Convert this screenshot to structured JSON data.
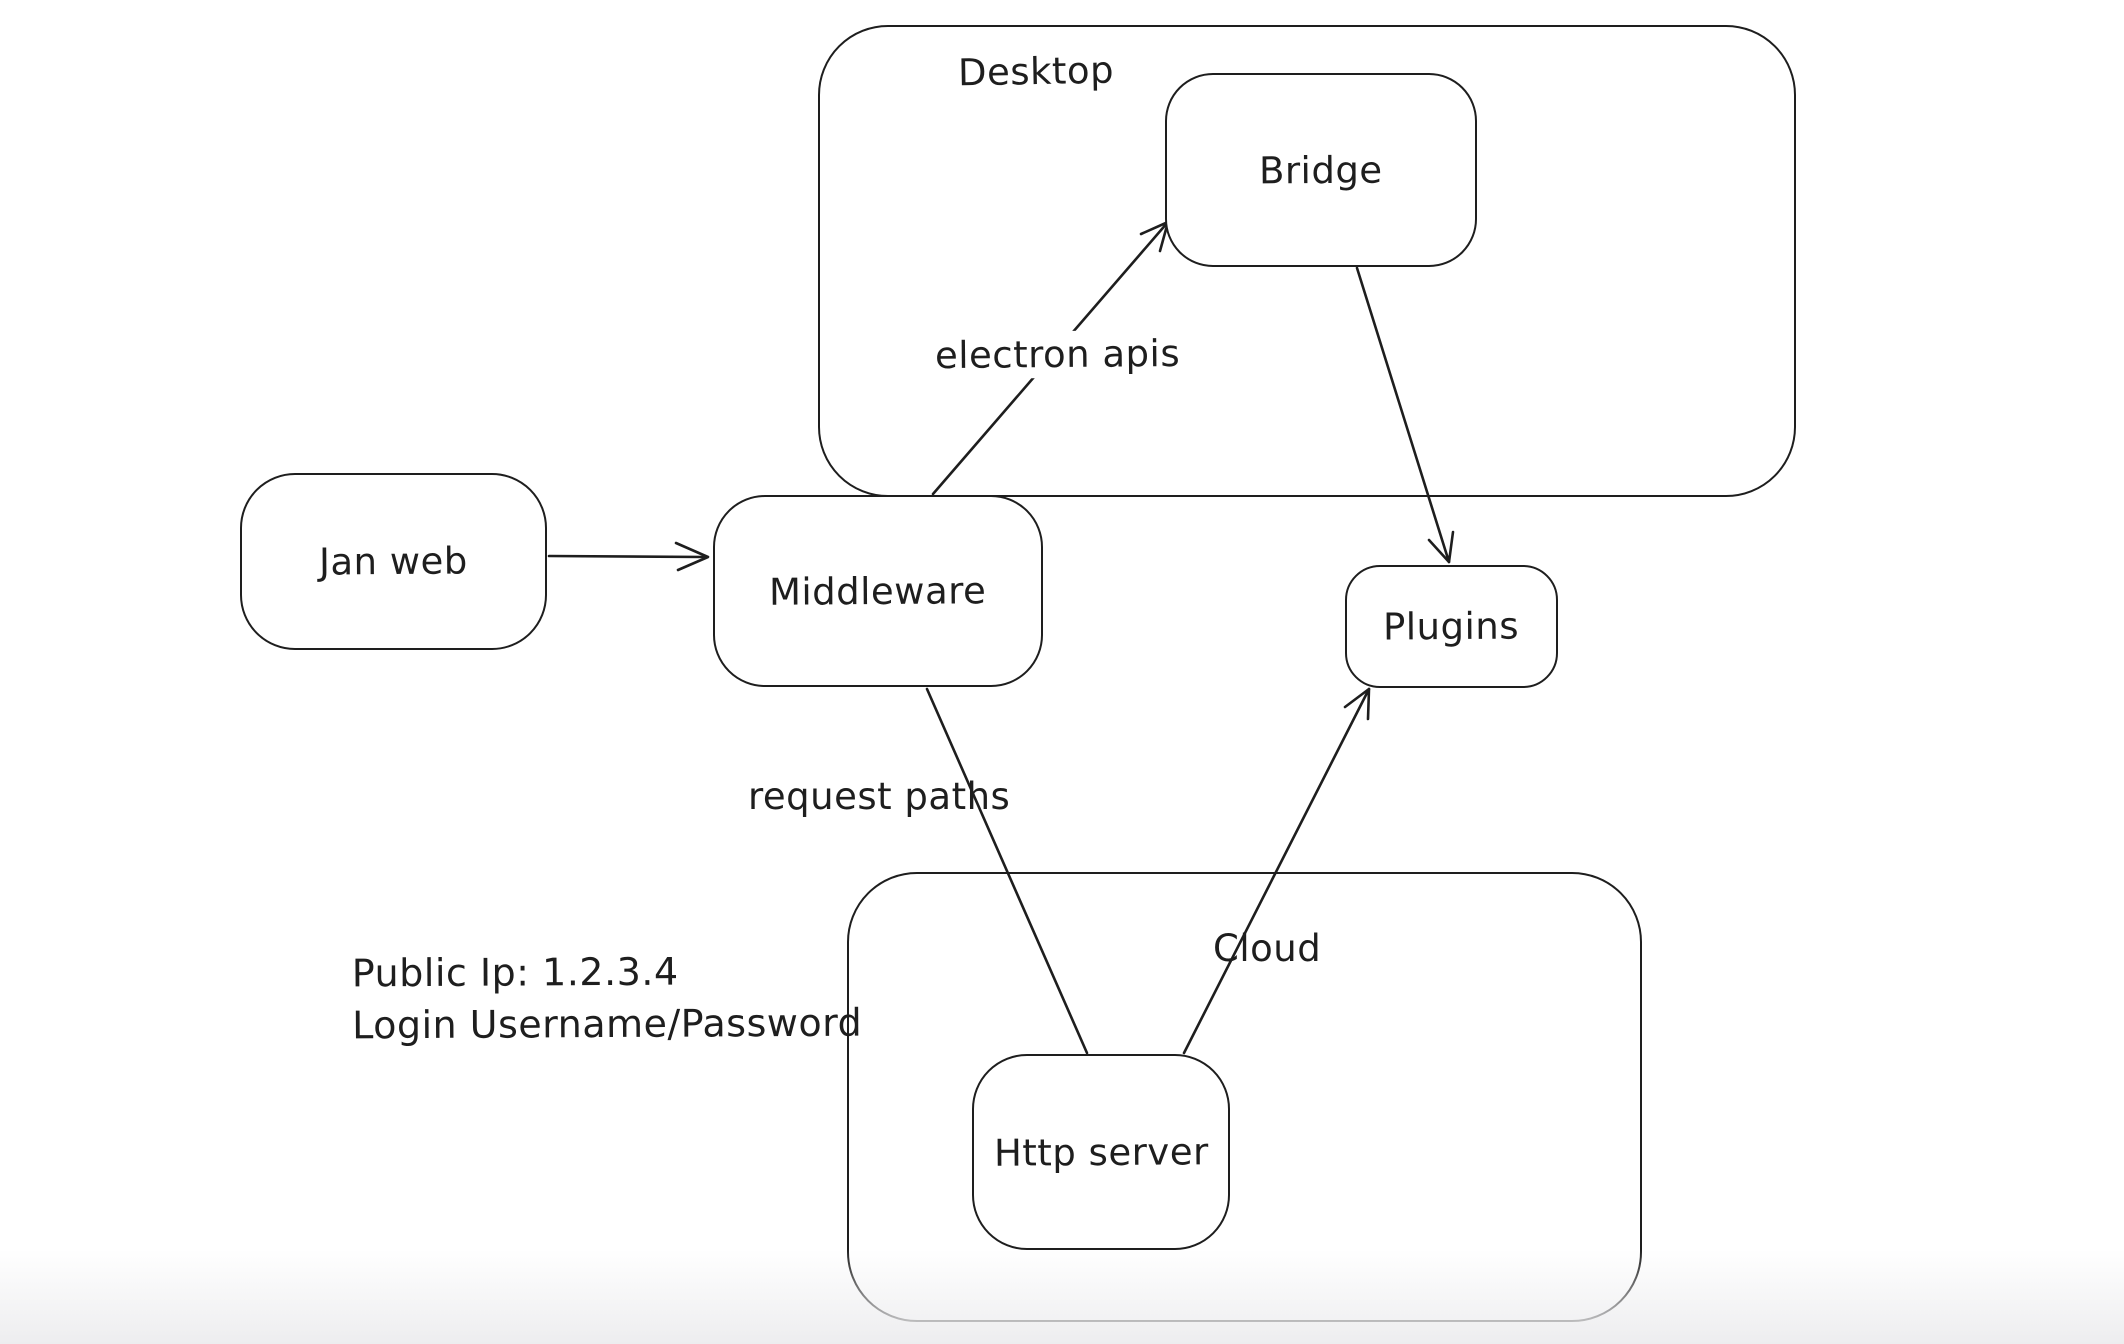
{
  "app": {
    "type": "whiteboard-diagram",
    "background_color": "#ffffff",
    "stroke_color": "#1e1e1e",
    "bottom_fade_color": "#ededef"
  },
  "containers": [
    {
      "id": "desktop",
      "label": "Desktop"
    },
    {
      "id": "cloud",
      "label": "Cloud"
    }
  ],
  "nodes": [
    {
      "id": "jan-web",
      "label": "Jan web"
    },
    {
      "id": "bridge",
      "label": "Bridge"
    },
    {
      "id": "middleware",
      "label": "Middleware"
    },
    {
      "id": "plugins",
      "label": "Plugins"
    },
    {
      "id": "http-server",
      "label": "Http server"
    }
  ],
  "edges": [
    {
      "id": "janweb-to-middleware",
      "from": "jan-web",
      "to": "middleware",
      "label": "",
      "arrowhead": "end"
    },
    {
      "id": "middleware-to-bridge",
      "from": "middleware",
      "to": "bridge",
      "label": "electron apis",
      "arrowhead": "end"
    },
    {
      "id": "bridge-to-plugins",
      "from": "bridge",
      "to": "plugins",
      "label": "",
      "arrowhead": "end"
    },
    {
      "id": "middleware-to-httpserver",
      "from": "middleware",
      "to": "http-server",
      "label": "request paths",
      "arrowhead": "none"
    },
    {
      "id": "httpserver-to-plugins",
      "from": "http-server",
      "to": "plugins",
      "label": "",
      "arrowhead": "end"
    }
  ],
  "annotation": {
    "line1": "Public Ip: 1.2.3.4",
    "line2": "Login Username/Password"
  }
}
